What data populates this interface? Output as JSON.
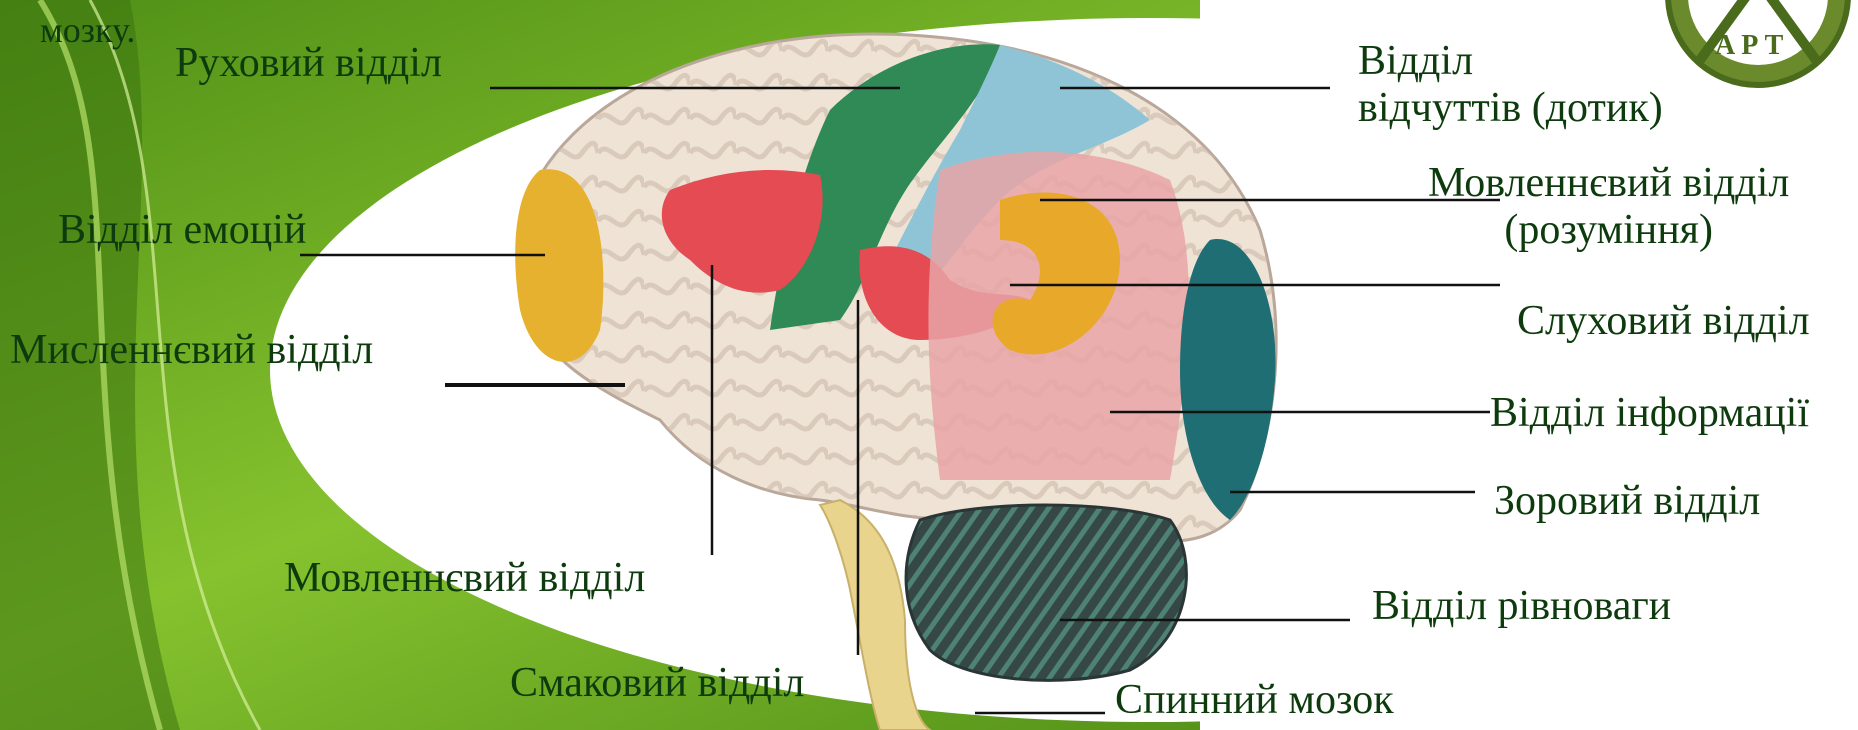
{
  "fragment_text": "мозку.",
  "logo": {
    "text": "АРТ"
  },
  "labels": {
    "motor": "Руховий відділ",
    "sensation_line1": "Відділ",
    "sensation_line2": "відчуттів (дотик)",
    "emotion": "Відділ емоцій",
    "speech_understanding_line1": "Мовленнєвий відділ",
    "speech_understanding_line2": "(розуміння)",
    "thinking": "Мисленнєвий відділ",
    "auditory": "Слуховий відділ",
    "information": "Відділ інформації",
    "visual": "Зоровий відділ",
    "speech": "Мовленнєвий відділ",
    "balance": "Відділ рівноваги",
    "taste": "Смаковий відділ",
    "spinal_cord": "Спинний мозок"
  },
  "colors": {
    "background_green": "#6fae1e",
    "label_text": "#0d3b0d",
    "cortex": "#efe3d6",
    "motor_zone": "#2f8a55",
    "sensation_zone": "#8fc4d6",
    "emotion_zone": "#e6b12e",
    "speech_zone": "#e44b52",
    "auditory_zone": "#e8a92a",
    "information_zone": "#e8a4a6",
    "visual_zone": "#1f6e74",
    "cerebellum": "#3b4a48",
    "spinal_cord": "#e8d48c"
  }
}
